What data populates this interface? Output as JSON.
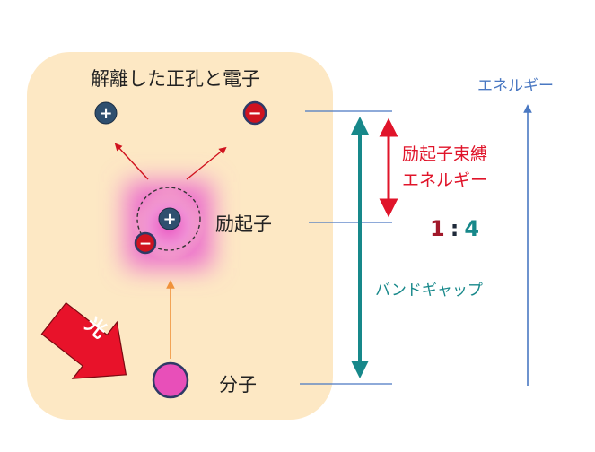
{
  "labels": {
    "separated": "解離した正孔と電子",
    "exciton": "励起子",
    "molecule": "分子",
    "binding_line1": "励起子束縛",
    "binding_line2": "エネルギー",
    "bandgap": "バンドギャップ",
    "energy_axis": "エネルギー",
    "light": "光"
  },
  "ratio": {
    "left": "1",
    "separator": ":",
    "right": "4"
  },
  "symbols": {
    "plus": "+",
    "minus": "−"
  },
  "colors": {
    "background_box": "#fde8c4",
    "hole": "#2f4f6f",
    "electron": "#d0131f",
    "molecule": "#e84fb9",
    "binding_arrow": "#e0142a",
    "bandgap_arrow": "#17888a",
    "energy_axis": "#4a78c2",
    "excite_arrow": "#f0923a"
  }
}
